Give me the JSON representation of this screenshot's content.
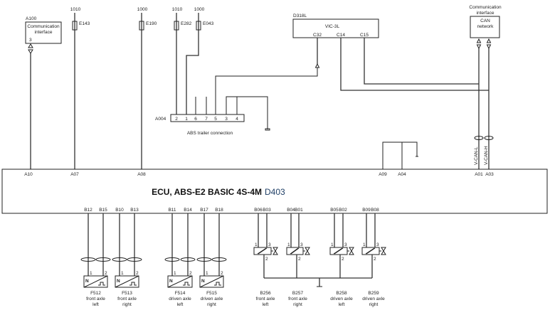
{
  "a100": {
    "id": "A100",
    "line1": "Communication",
    "line2": "interface",
    "pin": "3"
  },
  "fuses": [
    {
      "supply": "1010",
      "id": "E143"
    },
    {
      "supply": "1000",
      "id": "E190"
    },
    {
      "supply": "1010",
      "id": "E282"
    },
    {
      "supply": "1000",
      "id": "E043"
    }
  ],
  "a004": {
    "id": "A004",
    "pins": [
      "2",
      "1",
      "6",
      "7",
      "5",
      "3",
      "4"
    ],
    "caption": "ABS trailer connection"
  },
  "vic": {
    "id": "D318L",
    "name": "VIC-3L",
    "pins": [
      "C32",
      "C14",
      "C15"
    ]
  },
  "can": {
    "header1": "Communication",
    "header2": "interface",
    "line1": "CAN",
    "line2": "network",
    "wire_l": "V-CAN-L",
    "wire_h": "V-CAN-H"
  },
  "ecu": {
    "title": "ECU, ABS-E2 BASIC 4S-4M",
    "code": "D403",
    "top_pins": [
      "A10",
      "A07",
      "A08",
      "A09",
      "A04",
      "A01",
      "A03"
    ],
    "bottom_pins": [
      "B12",
      "B15",
      "B10",
      "B13",
      "B11",
      "B14",
      "B17",
      "B18",
      "B06",
      "B03",
      "B04",
      "B01",
      "B05",
      "B02",
      "B09",
      "B08"
    ]
  },
  "sensors": [
    {
      "id": "F512",
      "l1": "front axle",
      "l2": "left",
      "p1": "1",
      "p2": "2",
      "sym": "N"
    },
    {
      "id": "F513",
      "l1": "front axle",
      "l2": "right",
      "p1": "1",
      "p2": "2",
      "sym": "N"
    },
    {
      "id": "F514",
      "l1": "driven axle",
      "l2": "left",
      "p1": "1",
      "p2": "2",
      "sym": "N"
    },
    {
      "id": "F515",
      "l1": "driven axle",
      "l2": "right",
      "p1": "1",
      "p2": "2",
      "sym": "N"
    }
  ],
  "valves": [
    {
      "id": "B256",
      "l1": "front axle",
      "l2": "left",
      "p1": "1",
      "p2": "2",
      "p3": "3"
    },
    {
      "id": "B257",
      "l1": "front axle",
      "l2": "right",
      "p1": "1",
      "p2": "2",
      "p3": "3"
    },
    {
      "id": "B258",
      "l1": "driven axle",
      "l2": "left",
      "p1": "1",
      "p2": "2",
      "p3": "3"
    },
    {
      "id": "B259",
      "l1": "driven axle",
      "l2": "right",
      "p1": "1",
      "p2": "2",
      "p3": "3"
    }
  ]
}
